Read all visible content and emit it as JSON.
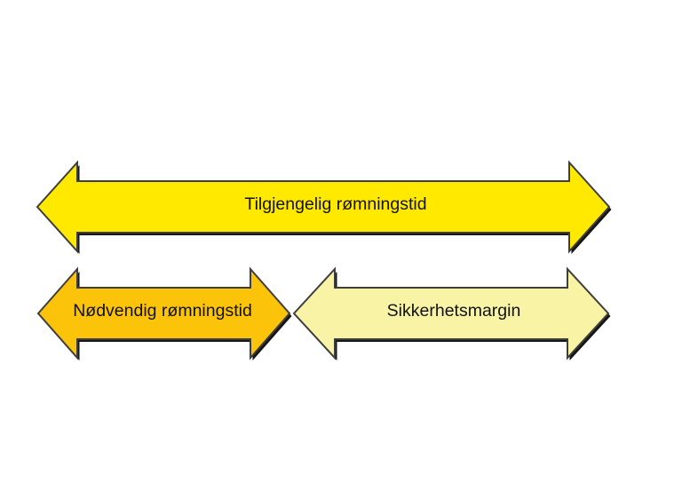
{
  "diagram": {
    "background_color": "#ffffff",
    "outline_color": "#3e3e3c",
    "shadow_color": "#161616",
    "label_color": "#121212",
    "arrows": [
      {
        "name": "available-evacuation-time",
        "label": "Tilgjengelig rømningstid",
        "fill": "#ffe900"
      },
      {
        "name": "required-evacuation-time",
        "label": "Nødvendig rømningstid",
        "fill": "#fcc30b"
      },
      {
        "name": "safety-margin",
        "label": "Sikkerhetsmargin",
        "fill": "#f9f3a5"
      }
    ]
  }
}
